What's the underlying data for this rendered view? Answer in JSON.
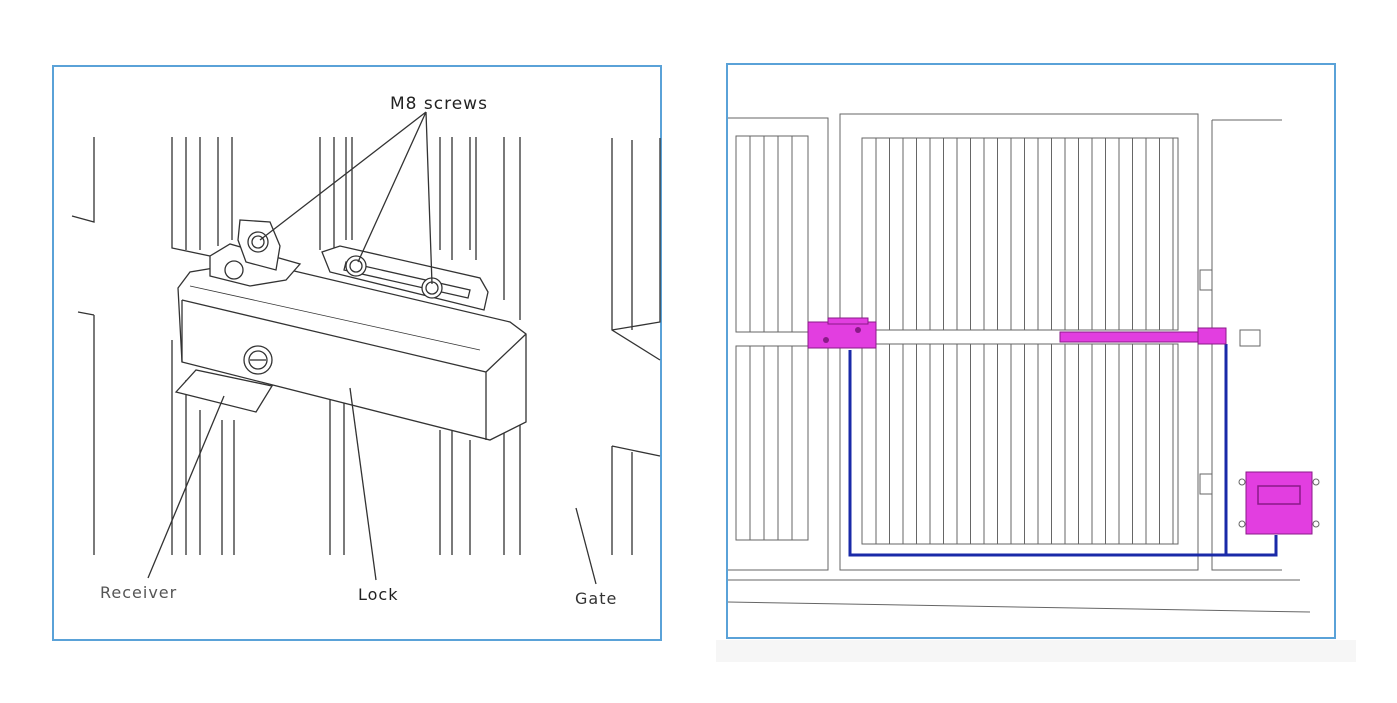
{
  "left_diagram": {
    "labels": {
      "screws": "M8 screws",
      "receiver": "Receiver",
      "lock": "Lock",
      "gate": "Gate"
    }
  },
  "right_diagram": {
    "components": [
      "lock-unit",
      "actuator-arm",
      "control-box",
      "wiring"
    ]
  },
  "colors": {
    "frame_border": "#5aa2d8",
    "line_art": "#333333",
    "highlight_magenta": "#e23ee0",
    "wire_blue": "#1a2aa8"
  }
}
